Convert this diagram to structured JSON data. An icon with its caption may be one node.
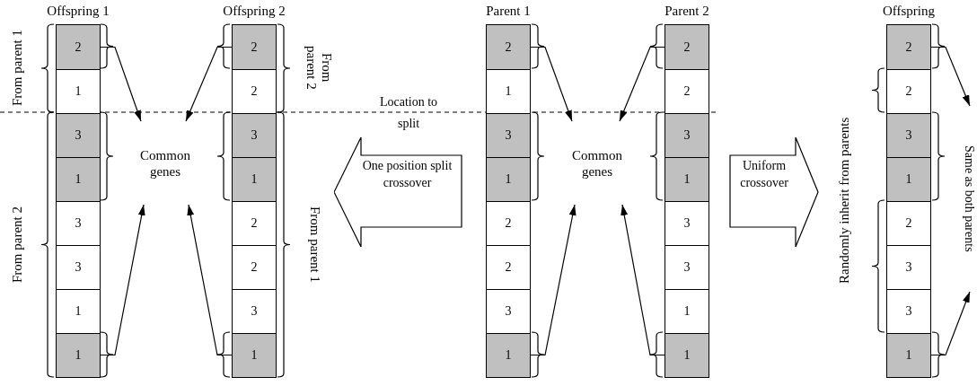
{
  "diagram": {
    "nodes": [
      {
        "text": [
          "Offspring 1"
        ]
      },
      {
        "text": [
          "2"
        ],
        "in": 0
      },
      {
        "text": [
          "1"
        ],
        "in": 0
      },
      {
        "text": [
          "3"
        ],
        "in": 0
      },
      {
        "text": [
          "1"
        ],
        "in": 0
      },
      {
        "text": [
          "3"
        ],
        "in": 0
      },
      {
        "text": [
          "3"
        ],
        "in": 0
      },
      {
        "text": [
          "1"
        ],
        "in": 0
      },
      {
        "text": [
          "1"
        ],
        "in": 0
      },
      {
        "text": [
          "Offspring 2"
        ]
      },
      {
        "text": [
          "2"
        ],
        "in": 9
      },
      {
        "text": [
          "2"
        ],
        "in": 9
      },
      {
        "text": [
          "3"
        ],
        "in": 9
      },
      {
        "text": [
          "1"
        ],
        "in": 9
      },
      {
        "text": [
          "2"
        ],
        "in": 9
      },
      {
        "text": [
          "2"
        ],
        "in": 9
      },
      {
        "text": [
          "3"
        ],
        "in": 9
      },
      {
        "text": [
          "1"
        ],
        "in": 9
      },
      {
        "text": [
          "Common genes"
        ]
      },
      {
        "text": [
          "One position split crossover"
        ]
      },
      {
        "text": [
          "Parent 1"
        ]
      },
      {
        "text": [
          "2"
        ],
        "in": 20
      },
      {
        "text": [
          "1"
        ],
        "in": 20
      },
      {
        "text": [
          "3"
        ],
        "in": 20
      },
      {
        "text": [
          "1"
        ],
        "in": 20
      },
      {
        "text": [
          "2"
        ],
        "in": 20
      },
      {
        "text": [
          "2"
        ],
        "in": 20
      },
      {
        "text": [
          "3"
        ],
        "in": 20
      },
      {
        "text": [
          "1"
        ],
        "in": 20
      },
      {
        "text": [
          "Parent 2"
        ]
      },
      {
        "text": [
          "2"
        ],
        "in": 29
      },
      {
        "text": [
          "2"
        ],
        "in": 29
      },
      {
        "text": [
          "3"
        ],
        "in": 29
      },
      {
        "text": [
          "1"
        ],
        "in": 29
      },
      {
        "text": [
          "3"
        ],
        "in": 29
      },
      {
        "text": [
          "3"
        ],
        "in": 29
      },
      {
        "text": [
          "1"
        ],
        "in": 29
      },
      {
        "text": [
          "1"
        ],
        "in": 29
      },
      {
        "text": [
          "Common genes"
        ]
      },
      {
        "text": [
          "Uniform crossover"
        ]
      },
      {
        "text": [
          "Offspring"
        ]
      },
      {
        "text": [
          "2"
        ],
        "in": 40
      },
      {
        "text": [
          "2"
        ],
        "in": 40
      },
      {
        "text": [
          "3"
        ],
        "in": 40
      },
      {
        "text": [
          "1"
        ],
        "in": 40
      },
      {
        "text": [
          "2"
        ],
        "in": 40
      },
      {
        "text": [
          "3"
        ],
        "in": 40
      },
      {
        "text": [
          "3"
        ],
        "in": 40
      },
      {
        "text": [
          "1"
        ],
        "in": 40
      },
      {
        "text": [
          "Same as both parents"
        ]
      }
    ],
    "edges": [
      {
        "from": 1,
        "to": 18,
        "arrow": "to"
      },
      {
        "from": 8,
        "to": 18,
        "arrow": "to"
      },
      {
        "from": 10,
        "to": 18,
        "arrow": "to"
      },
      {
        "from": 17,
        "to": 18,
        "arrow": "to"
      },
      {
        "from": 21,
        "to": 38,
        "arrow": "to"
      },
      {
        "from": 28,
        "to": 38,
        "arrow": "to"
      },
      {
        "from": 30,
        "to": 38,
        "arrow": "to"
      },
      {
        "from": 37,
        "to": 38,
        "arrow": "to"
      },
      {
        "from": 41,
        "to": 49,
        "arrow": "to"
      },
      {
        "from": 48,
        "to": 49,
        "arrow": "to"
      }
    ],
    "labels": [
      "From parent 1",
      "From parent 2",
      "From parent 2",
      "From parent 1",
      "Location to split",
      "Randomly inherit from parents"
    ]
  }
}
